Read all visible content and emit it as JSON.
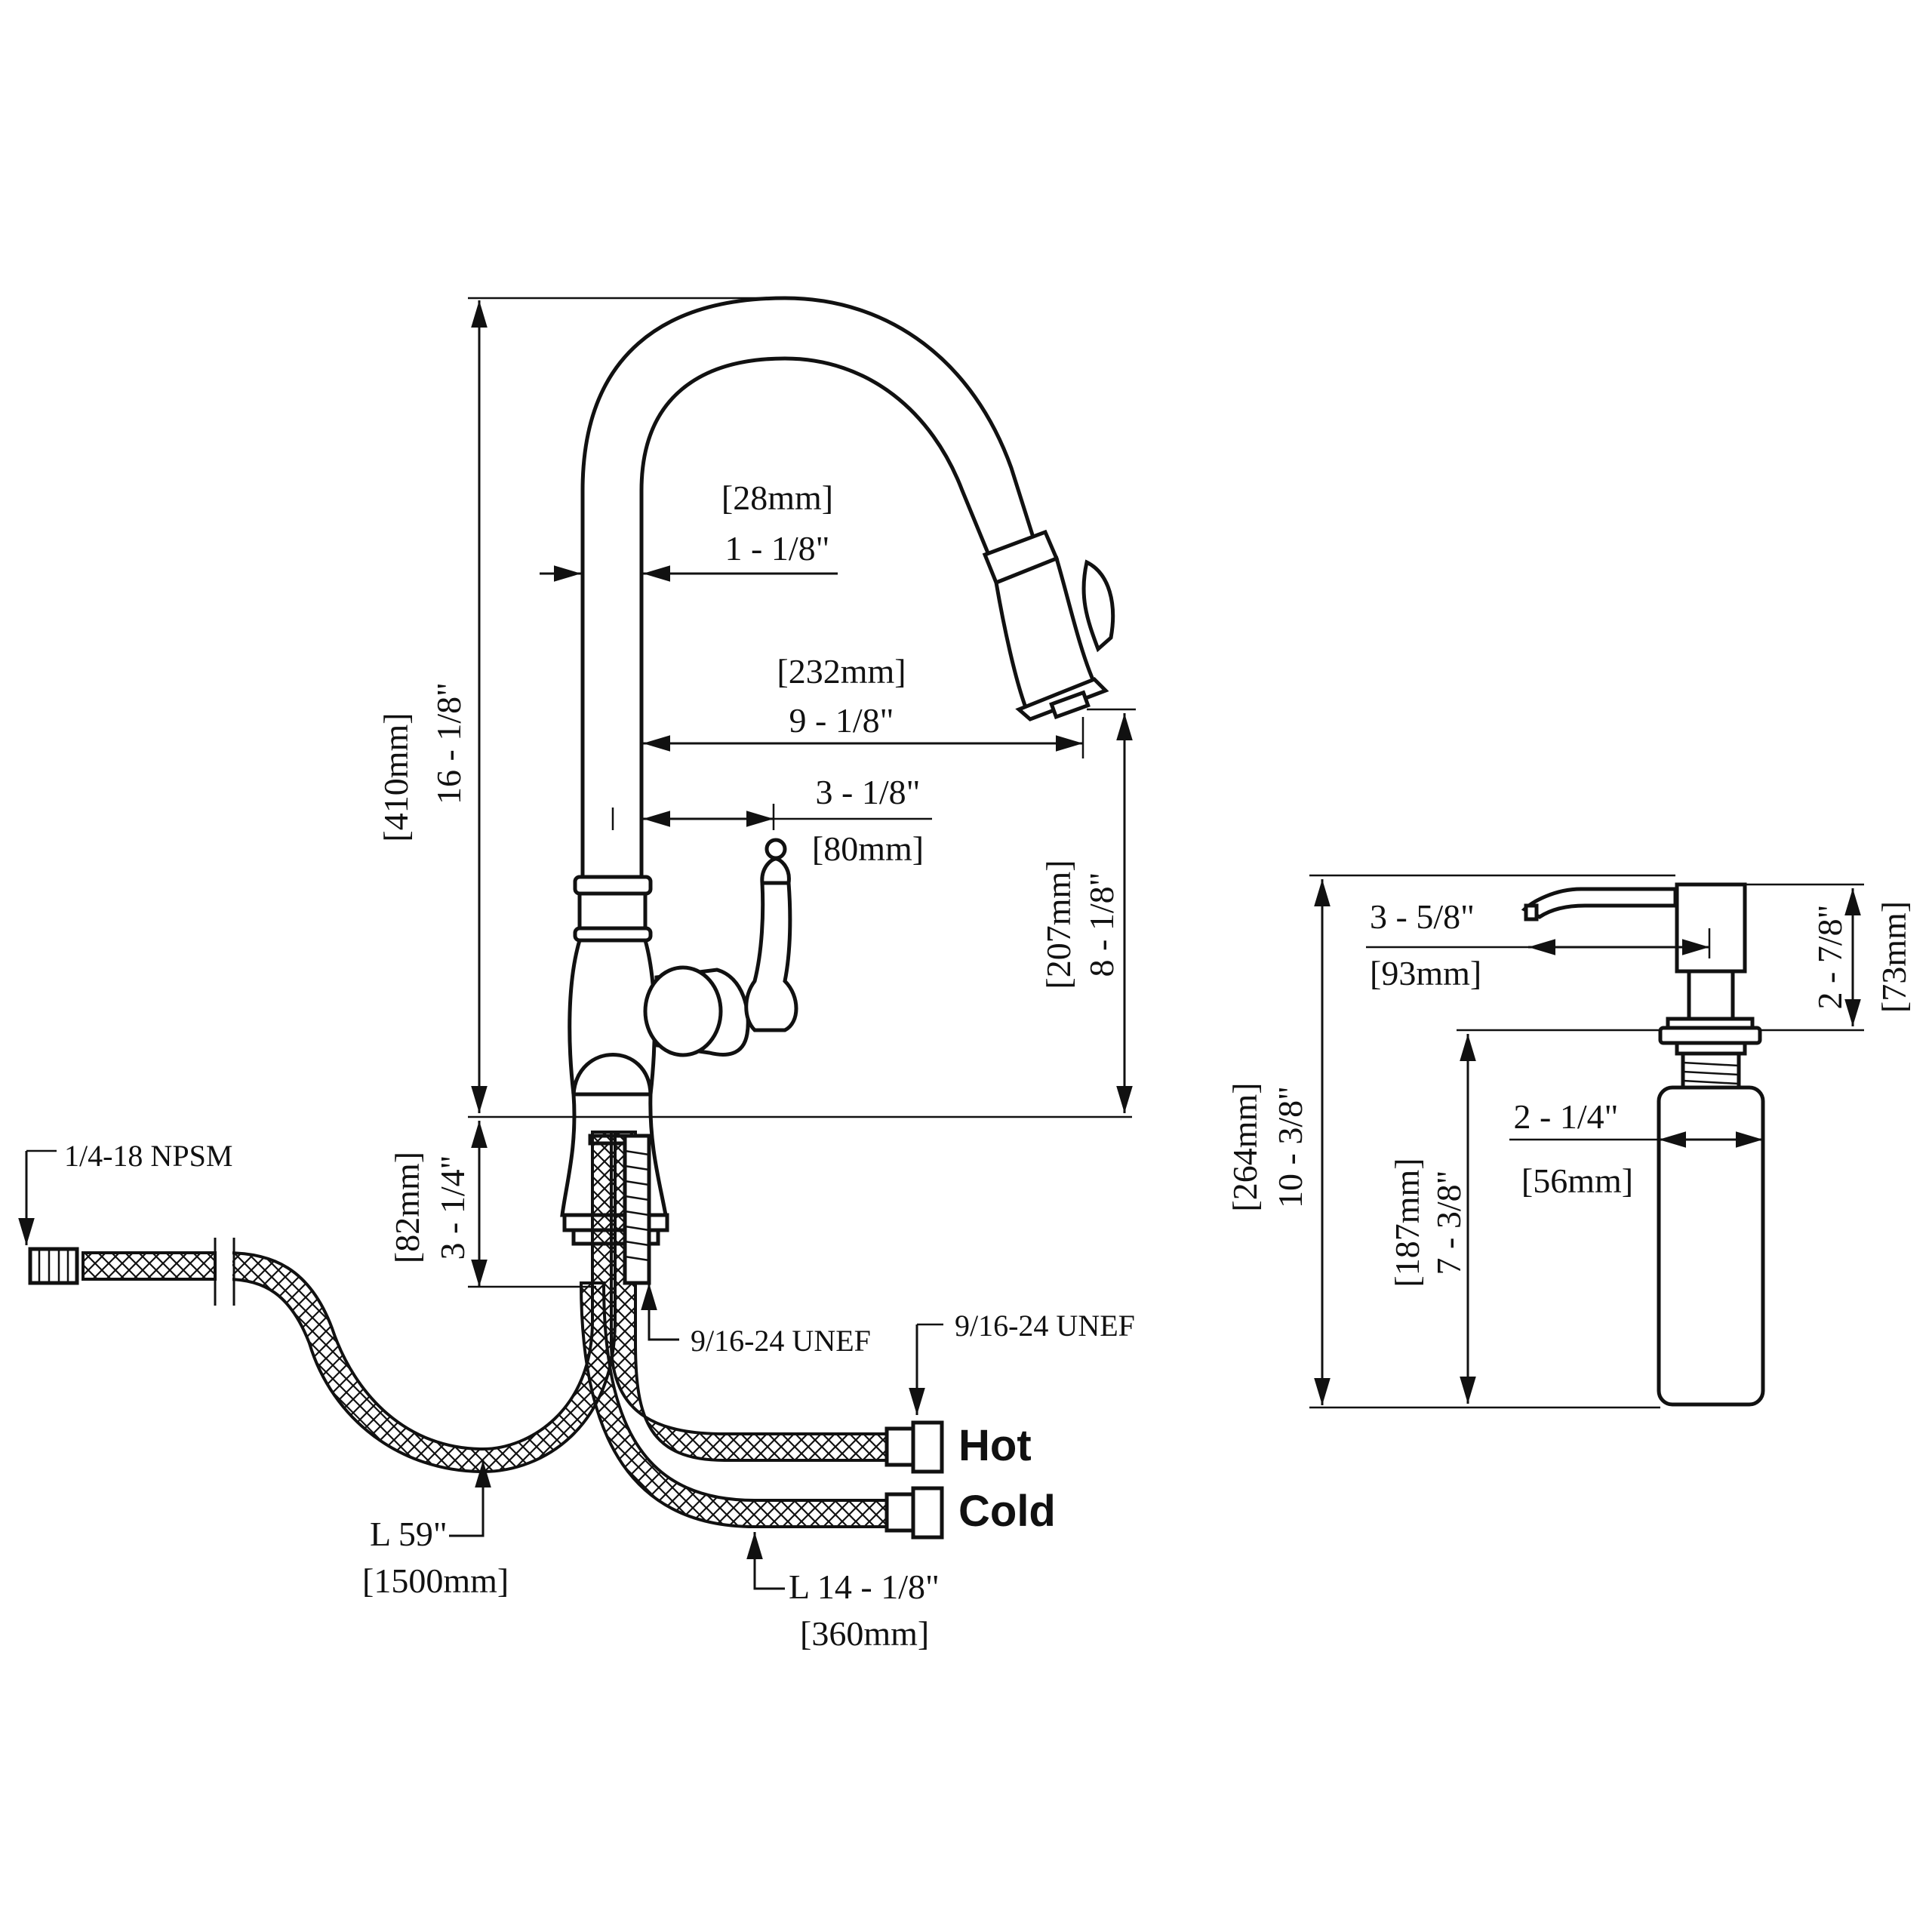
{
  "faucet": {
    "overall_height_in": "16 - 1/8\"",
    "overall_height_mm": "[410mm]",
    "spout_dia_mm": "[28mm]",
    "spout_dia_in": "1 - 1/8\"",
    "reach_mm": "[232mm]",
    "reach_in": "9 - 1/8\"",
    "handle_in": "3 - 1/8\"",
    "handle_mm": "[80mm]",
    "spout_height_mm": "[207mm]",
    "spout_height_in": "8 - 1/8\"",
    "shank_mm": "[82mm]",
    "shank_in": "3 - 1/4\"",
    "spray_thread": "1/4-18 NPSM",
    "shank_thread": "9/16-24 UNEF",
    "supply_thread": "9/16-24 UNEF",
    "hot_label": "Hot",
    "cold_label": "Cold",
    "spray_hose_in": "L 59\"",
    "spray_hose_mm": "[1500mm]",
    "supply_hose_in": "L 14 - 1/8\"",
    "supply_hose_mm": "[360mm]"
  },
  "dispenser": {
    "spout_in": "3 - 5/8\"",
    "spout_mm": "[93mm]",
    "top_in": "2 - 7/8\"",
    "top_mm": "[73mm]",
    "total_mm": "[264mm]",
    "total_in": "10 - 3/8\"",
    "bottle_dia_in": "2 - 1/4\"",
    "bottle_dia_mm": "[56mm]",
    "bottle_mm": "[187mm]",
    "bottle_in": "7 - 3/8\""
  }
}
